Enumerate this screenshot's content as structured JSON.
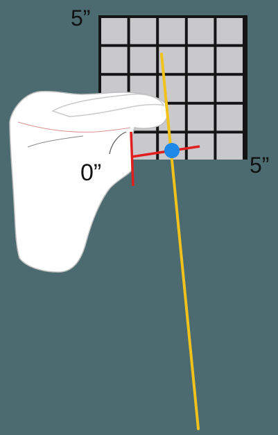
{
  "labels": {
    "grid_top_value": "5”",
    "grid_right_value": "5”",
    "origin_value": "0”"
  },
  "colors": {
    "background": "#4b6b70",
    "grid_fill": "#c9c9cc",
    "grid_line": "#151515",
    "bone_fill": "#ffffff",
    "bone_outline": "#b9b9b9",
    "axis_line": "#f2c21c",
    "marker_lines": "#e01f1f",
    "point_fill": "#1e88e8"
  },
  "grid": {
    "rows": 5,
    "columns": 5
  }
}
